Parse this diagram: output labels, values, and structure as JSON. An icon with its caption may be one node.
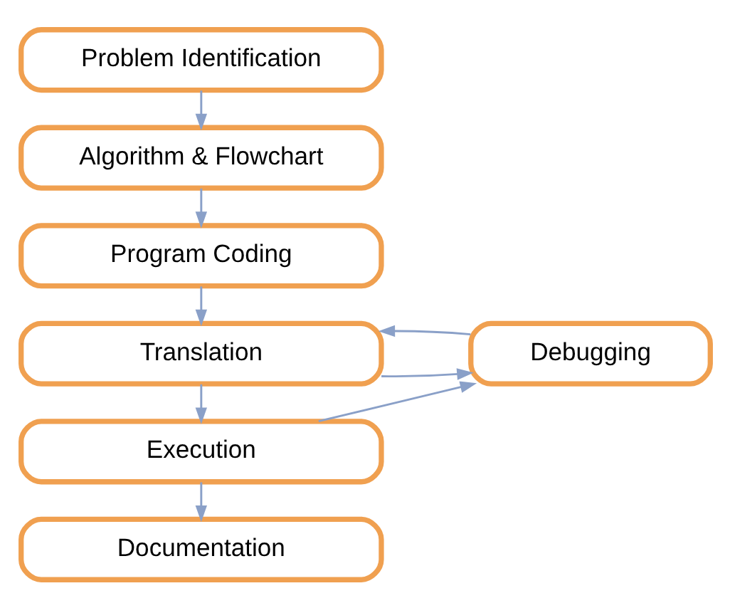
{
  "diagram": {
    "nodes": [
      {
        "text": [
          "Problem Identification"
        ]
      },
      {
        "text": [
          "Algorithm & Flowchart"
        ]
      },
      {
        "text": [
          "Program Coding"
        ]
      },
      {
        "text": [
          "Translation"
        ]
      },
      {
        "text": [
          "Execution"
        ]
      },
      {
        "text": [
          "Documentation"
        ]
      },
      {
        "text": [
          "Debugging"
        ]
      }
    ],
    "edges": [
      {
        "from": 0,
        "to": 1,
        "arrow": "to"
      },
      {
        "from": 1,
        "to": 2,
        "arrow": "to"
      },
      {
        "from": 2,
        "to": 3,
        "arrow": "to"
      },
      {
        "from": 3,
        "to": 4,
        "arrow": "to"
      },
      {
        "from": 4,
        "to": 5,
        "arrow": "to"
      },
      {
        "from": 3,
        "to": 6,
        "arrow": "to"
      },
      {
        "from": 6,
        "to": 3,
        "arrow": "to"
      },
      {
        "from": 4,
        "to": 6,
        "arrow": "to"
      }
    ]
  }
}
